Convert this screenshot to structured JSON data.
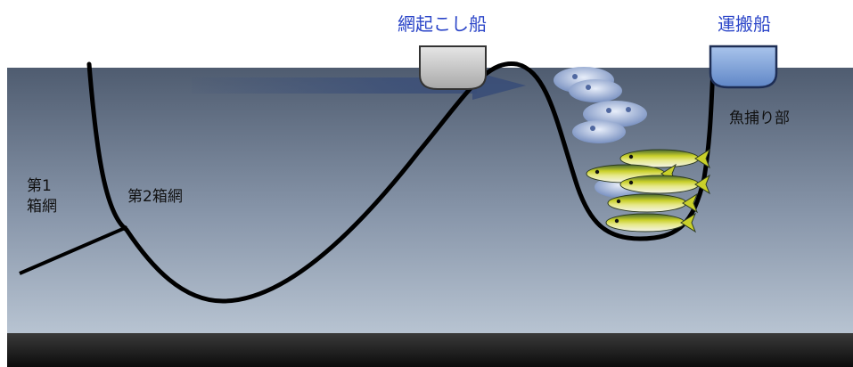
{
  "labels": {
    "net_lifting_boat": "網起こし船",
    "transport_boat": "運搬船",
    "fish_catching_part": "魚捕り部",
    "first_box_net": "第1\n箱網",
    "second_box_net": "第2箱網"
  },
  "colors": {
    "boat_label": "#2b45c8",
    "sea_top": "#4f5c70",
    "sea_bottom": "#b8c4d2",
    "seabed": "#1a1a1a",
    "net_line": "#000000",
    "lifting_boat": "#c8c8c8",
    "transport_boat": "#7aa0d8",
    "fish_yellow": "#c9d02a"
  },
  "icons": {
    "lifting_boat": "boat-icon",
    "transport_boat": "boat-icon",
    "school_of_fish": "fish-school-icon",
    "mackerel": "fish-icon",
    "movement_arrow": "arrow-right-icon"
  }
}
